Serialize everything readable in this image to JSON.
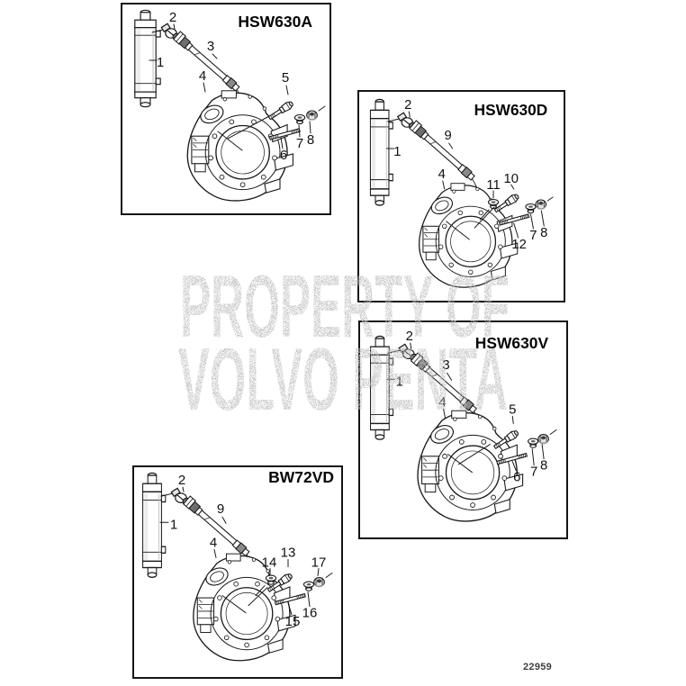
{
  "watermark": {
    "line1": "PROPERTY OF",
    "line2": "VOLVO PENTA"
  },
  "drawing_number": "22959",
  "panels": [
    {
      "model": "HSW630A",
      "callouts": {
        "oil_cooler": "1",
        "connector": "2",
        "hose": "3",
        "housing": "4",
        "bolt": "5",
        "stud": "6",
        "washer": "7",
        "nut": "8"
      }
    },
    {
      "model": "HSW630D",
      "callouts": {
        "oil_cooler": "1",
        "connector": "2",
        "hose": "9",
        "housing": "4",
        "bolt": "10",
        "front_washer": "11",
        "stud": "12",
        "washer": "7",
        "nut": "8"
      }
    },
    {
      "model": "HSW630V",
      "callouts": {
        "oil_cooler": "1",
        "connector": "2",
        "hose": "3",
        "housing": "4",
        "bolt": "5",
        "stud": "6",
        "washer": "7",
        "nut": "8"
      }
    },
    {
      "model": "BW72VD",
      "callouts": {
        "oil_cooler": "1",
        "connector": "2",
        "hose": "9",
        "housing": "4",
        "bolt": "13",
        "front_washer": "14",
        "stud": "15",
        "washer": "16",
        "nut": "17"
      }
    }
  ]
}
